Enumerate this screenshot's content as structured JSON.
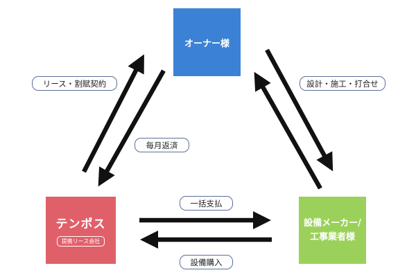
{
  "nodes": {
    "owner": {
      "label": "オーナー様",
      "color": "#3b82d6"
    },
    "tenpos": {
      "label": "テンポス",
      "sublabel": "提携リース会社",
      "color": "#e0606a"
    },
    "maker": {
      "label_line1": "設備メーカー/",
      "label_line2": "工事業者様",
      "color": "#9bd15a"
    }
  },
  "labels": {
    "lease": "リース・割賦契約",
    "monthly": "毎月返済",
    "design": "設計・施工・打合せ",
    "lump": "一括支払",
    "purchase": "設備購入"
  },
  "arrow_color": "#111111"
}
